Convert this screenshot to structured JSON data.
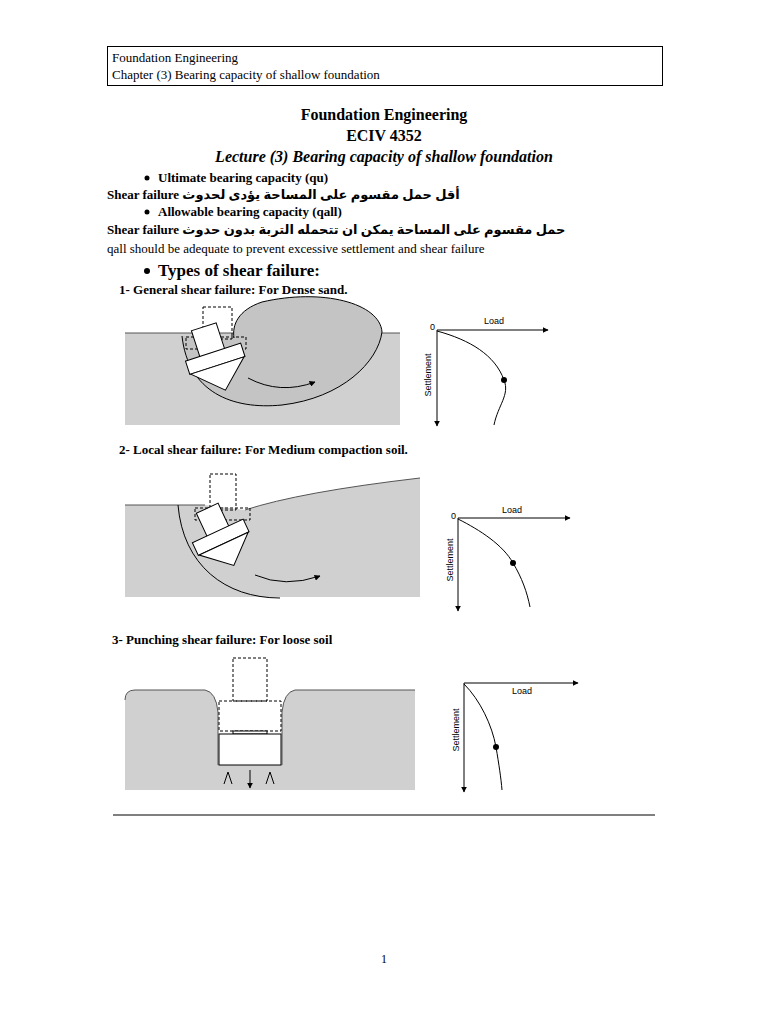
{
  "diagram": {
    "nodes": [
      {
        "text": [
          "Foundation Engineering",
          "Chapter (3) Bearing capacity of shallow foundation"
        ]
      }
    ],
    "labels": [
      "Foundation Engineering",
      "ECIV 4352",
      "Lecture (3) Bearing capacity of shallow foundation",
      "Ultimate bearing capacity (qu)",
      "أقل حمل مقسوم على المساحة يؤدى لحدوث Shear failure",
      "Allowable bearing capacity (qall)",
      "حمل مقسوم على المساحة يمكن ان تتحمله التربة بدون حدوث Shear failure",
      "qall should be adequate to prevent excessive settlement and shear failure",
      "Types of shear failure:",
      "1- General shear failure: For Dense sand.",
      "Load",
      "0",
      "Settlement",
      "2- Local shear failure: For Medium compaction soil.",
      "Load",
      "0",
      "Settlement",
      "3- Punching shear failure: For loose soil",
      "Load",
      "Settlement",
      "1"
    ]
  }
}
